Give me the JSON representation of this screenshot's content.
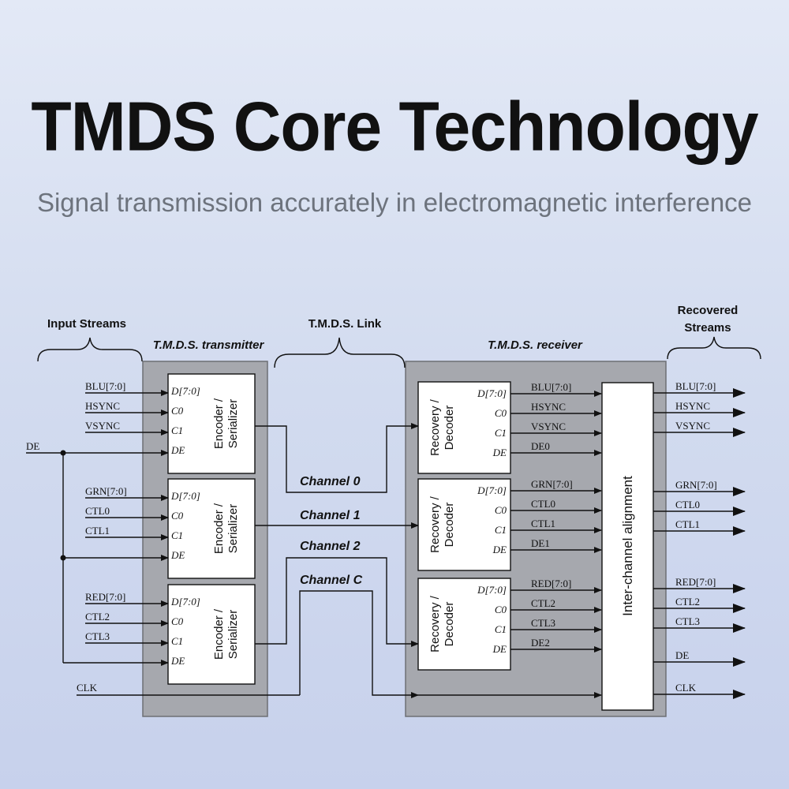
{
  "title": "TMDS Core Technology",
  "subtitle": "Signal transmission accurately in electromagnetic interference",
  "diagram": {
    "headers": {
      "input_streams": "Input Streams",
      "tmds_link": "T.M.D.S. Link",
      "recovered_line1": "Recovered",
      "recovered_line2": "Streams",
      "transmitter": "T.M.D.S. transmitter",
      "receiver": "T.M.D.S. receiver"
    },
    "inputs": {
      "de": "DE",
      "clk": "CLK",
      "group0": [
        "BLU[7:0]",
        "HSYNC",
        "VSYNC"
      ],
      "group1": [
        "GRN[7:0]",
        "CTL0",
        "CTL1"
      ],
      "group2": [
        "RED[7:0]",
        "CTL2",
        "CTL3"
      ]
    },
    "ports": {
      "encoder": [
        "D[7:0]",
        "C0",
        "C1",
        "DE"
      ],
      "decoder": [
        "D[7:0]",
        "C0",
        "C1",
        "DE"
      ]
    },
    "encoder_label": [
      "Encoder /",
      "Serializer"
    ],
    "decoder_label": [
      "Recovery /",
      "Decoder"
    ],
    "channels": [
      "Channel 0",
      "Channel 1",
      "Channel 2",
      "Channel C"
    ],
    "decoder_outputs": [
      [
        "BLU[7:0]",
        "HSYNC",
        "VSYNC",
        "DE0"
      ],
      [
        "GRN[7:0]",
        "CTL0",
        "CTL1",
        "DE1"
      ],
      [
        "RED[7:0]",
        "CTL2",
        "CTL3",
        "DE2"
      ]
    ],
    "alignment": "Inter-channel alignment",
    "recovered": [
      "BLU[7:0]",
      "HSYNC",
      "VSYNC",
      "GRN[7:0]",
      "CTL0",
      "CTL1",
      "RED[7:0]",
      "CTL2",
      "CTL3",
      "DE",
      "CLK"
    ]
  }
}
